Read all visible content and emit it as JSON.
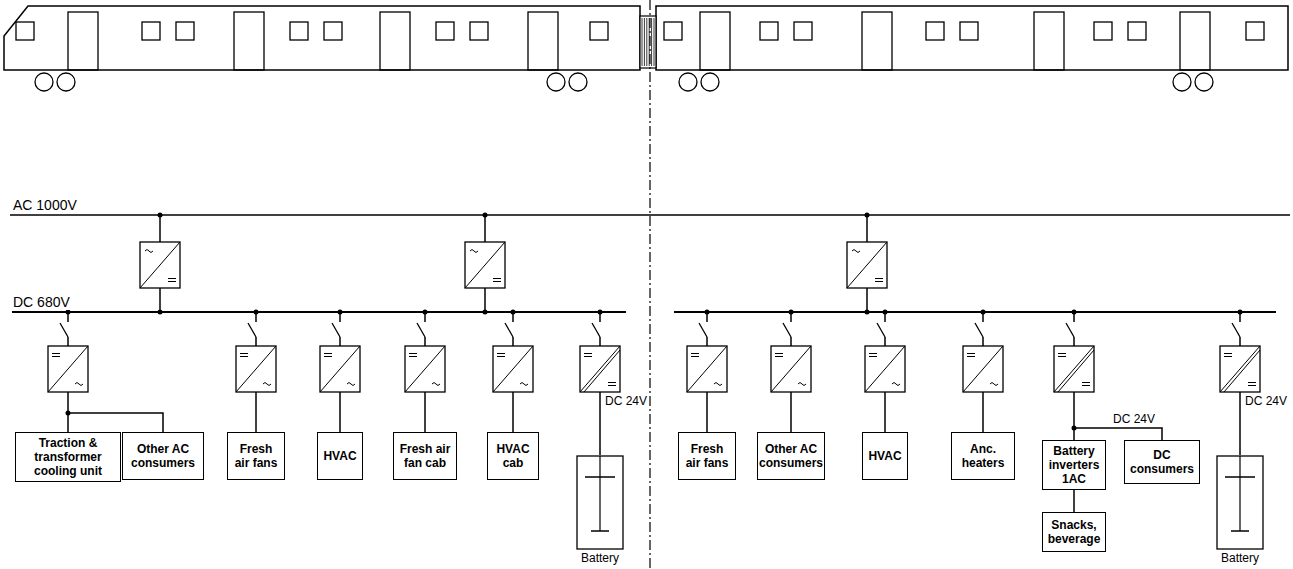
{
  "diagram": {
    "nodes": [
      {
        "text": [
          "Traction & transformer cooling unit"
        ]
      },
      {
        "text": [
          "Other AC consumers"
        ]
      },
      {
        "text": [
          "Fresh air fans"
        ]
      },
      {
        "text": [
          "HVAC"
        ]
      },
      {
        "text": [
          "Fresh air fan cab"
        ]
      },
      {
        "text": [
          "HVAC cab"
        ]
      },
      {
        "text": [
          "Battery"
        ]
      },
      {
        "text": [
          "Fresh air fans"
        ]
      },
      {
        "text": [
          "Other AC consumers"
        ]
      },
      {
        "text": [
          "HVAC"
        ]
      },
      {
        "text": [
          "Anc. heaters"
        ]
      },
      {
        "text": [
          "Battery inverters 1AC"
        ]
      },
      {
        "text": [
          "DC consumers"
        ]
      },
      {
        "text": [
          "Snacks, beverage"
        ]
      },
      {
        "text": [
          "Battery"
        ]
      }
    ],
    "edges": [
      {
        "from": 0,
        "to": 1,
        "arrow": "none"
      },
      {
        "from": 11,
        "to": 12,
        "arrow": "none"
      },
      {
        "from": 11,
        "to": 13,
        "arrow": "none"
      }
    ],
    "labels": [
      "AC 1000V",
      "DC 680V",
      "DC 24V",
      "DC 24V",
      "DC 24V"
    ]
  }
}
